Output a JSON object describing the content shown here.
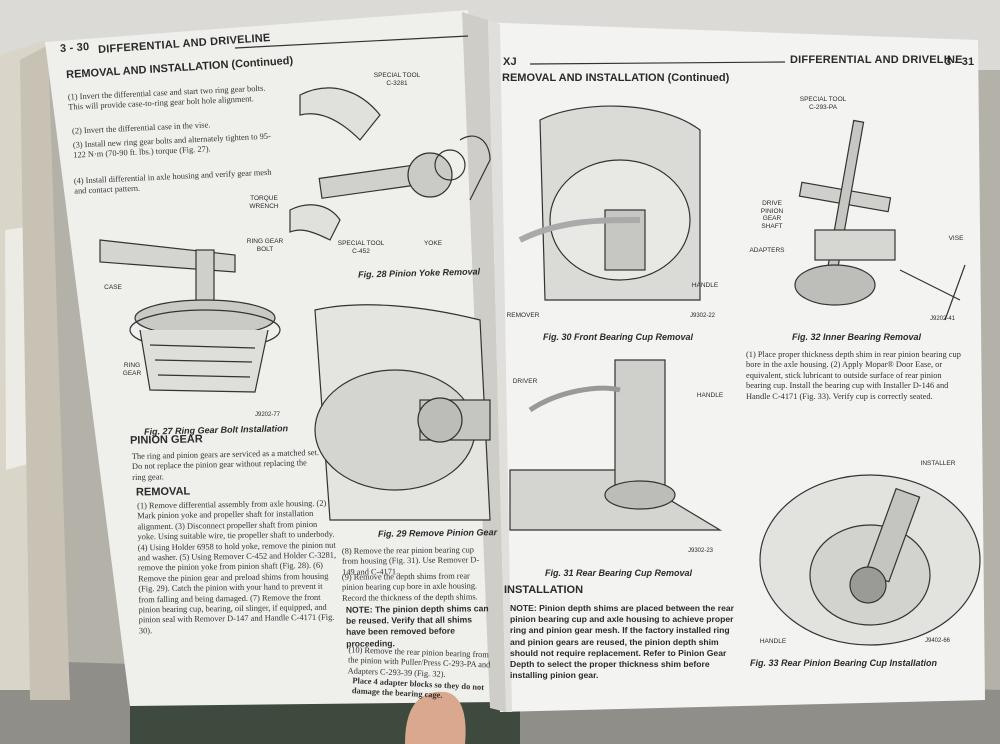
{
  "left_page": {
    "header": {
      "page_number": "3 - 30",
      "section": "DIFFERENTIAL AND DRIVELINE"
    },
    "section_title": "REMOVAL AND INSTALLATION (Continued)",
    "paragraph_1": "(1) Invert the differential case and start two ring gear bolts. This will provide case-to-ring gear bolt hole alignment.",
    "paragraph_2": "(2) Invert the differential case in the vise.",
    "paragraph_3": "(3) Install new ring gear bolts and alternately tighten to 95-122 N·m (70-90 ft. lbs.) torque (Fig. 27).",
    "paragraph_4": "(4) Install differential in axle housing and verify gear mesh and contact pattern.",
    "fig27": {
      "labels": {
        "torque_wrench": "TORQUE WRENCH",
        "ring_gear_bolt": "RING GEAR BOLT",
        "case": "CASE",
        "ring_gear": "RING GEAR"
      },
      "code": "J9202-77",
      "caption": "Fig. 27 Ring Gear Bolt Installation"
    },
    "fig28": {
      "labels": {
        "special_tool_top": "SPECIAL TOOL C-3281",
        "special_tool_bottom": "SPECIAL TOOL C-452",
        "yoke": "YOKE"
      },
      "caption": "Fig. 28 Pinion Yoke Removal"
    },
    "fig29": {
      "caption": "Fig. 29 Remove Pinion Gear"
    },
    "pinion_gear_title": "PINION GEAR",
    "pinion_gear_text": "The ring and pinion gears are serviced as a matched set. Do not replace the pinion gear without replacing the ring gear.",
    "removal_title": "REMOVAL",
    "removal_steps": "(1) Remove differential assembly from axle housing. (2) Mark pinion yoke and propeller shaft for installation alignment. (3) Disconnect propeller shaft from pinion yoke. Using suitable wire, tie propeller shaft to underbody. (4) Using Holder 6958 to hold yoke, remove the pinion nut and washer. (5) Using Remover C-452 and Holder C-3281, remove the pinion yoke from pinion shaft (Fig. 28). (6) Remove the pinion gear and preload shims from housing (Fig. 29). Catch the pinion with your hand to prevent it from falling and being damaged. (7) Remove the front pinion bearing cup, bearing, oil slinger, if equipped, and pinion seal with Remover D-147 and Handle C-4171 (Fig. 30).",
    "step_8": "(8) Remove the rear pinion bearing cup from housing (Fig. 31). Use Remover D-149 and C-4171.",
    "step_9": "(9) Remove the depth shims from rear pinion bearing cup bore in axle housing. Record the thickness of the depth shims.",
    "note": "NOTE: The pinion depth shims can be reused. Verify that all shims have been removed before proceeding.",
    "step_10": "(10) Remove the rear pinion bearing from the pinion with Puller/Press C-293-PA and Adapters C-293-39 (Fig. 32).",
    "step_10b": "Place 4 adapter blocks so they do not damage the bearing cage."
  },
  "right_page": {
    "header": {
      "model": "XJ",
      "section": "DIFFERENTIAL AND DRIVELINE",
      "page_number": "3 - 31"
    },
    "section_title": "REMOVAL AND INSTALLATION (Continued)",
    "fig30": {
      "labels": {
        "handle": "HANDLE",
        "remover": "REMOVER"
      },
      "code": "J9302-22",
      "caption": "Fig. 30 Front Bearing Cup Removal"
    },
    "fig31": {
      "labels": {
        "driver": "DRIVER",
        "handle": "HANDLE"
      },
      "code": "J9302-23",
      "caption": "Fig. 31 Rear Bearing Cup Removal"
    },
    "fig32": {
      "labels": {
        "special_tool": "SPECIAL TOOL C-293-PA",
        "drive_pinion": "DRIVE PINION GEAR SHAFT",
        "adapters": "ADAPTERS",
        "vise": "VISE"
      },
      "code": "J9202-41",
      "caption": "Fig. 32 Inner Bearing Removal"
    },
    "fig33": {
      "labels": {
        "installer": "INSTALLER",
        "handle": "HANDLE"
      },
      "code": "J9402-66",
      "caption": "Fig. 33 Rear Pinion Bearing Cup Installation"
    },
    "install_text": "(1) Place proper thickness depth shim in rear pinion bearing cup bore in the axle housing. (2) Apply Mopar® Door Ease, or equivalent, stick lubricant to outside surface of rear pinion bearing cup. Install the bearing cup with Installer D-146 and Handle C-4171 (Fig. 33). Verify cup is correctly seated.",
    "installation_title": "INSTALLATION",
    "installation_note": "NOTE: Pinion depth shims are placed between the rear pinion bearing cup and axle housing to achieve proper ring and pinion gear mesh. If the factory installed ring and pinion gears are reused, the pinion depth shim should not require replacement. Refer to Pinion Gear Depth to select the proper thickness shim before installing pinion gear."
  }
}
